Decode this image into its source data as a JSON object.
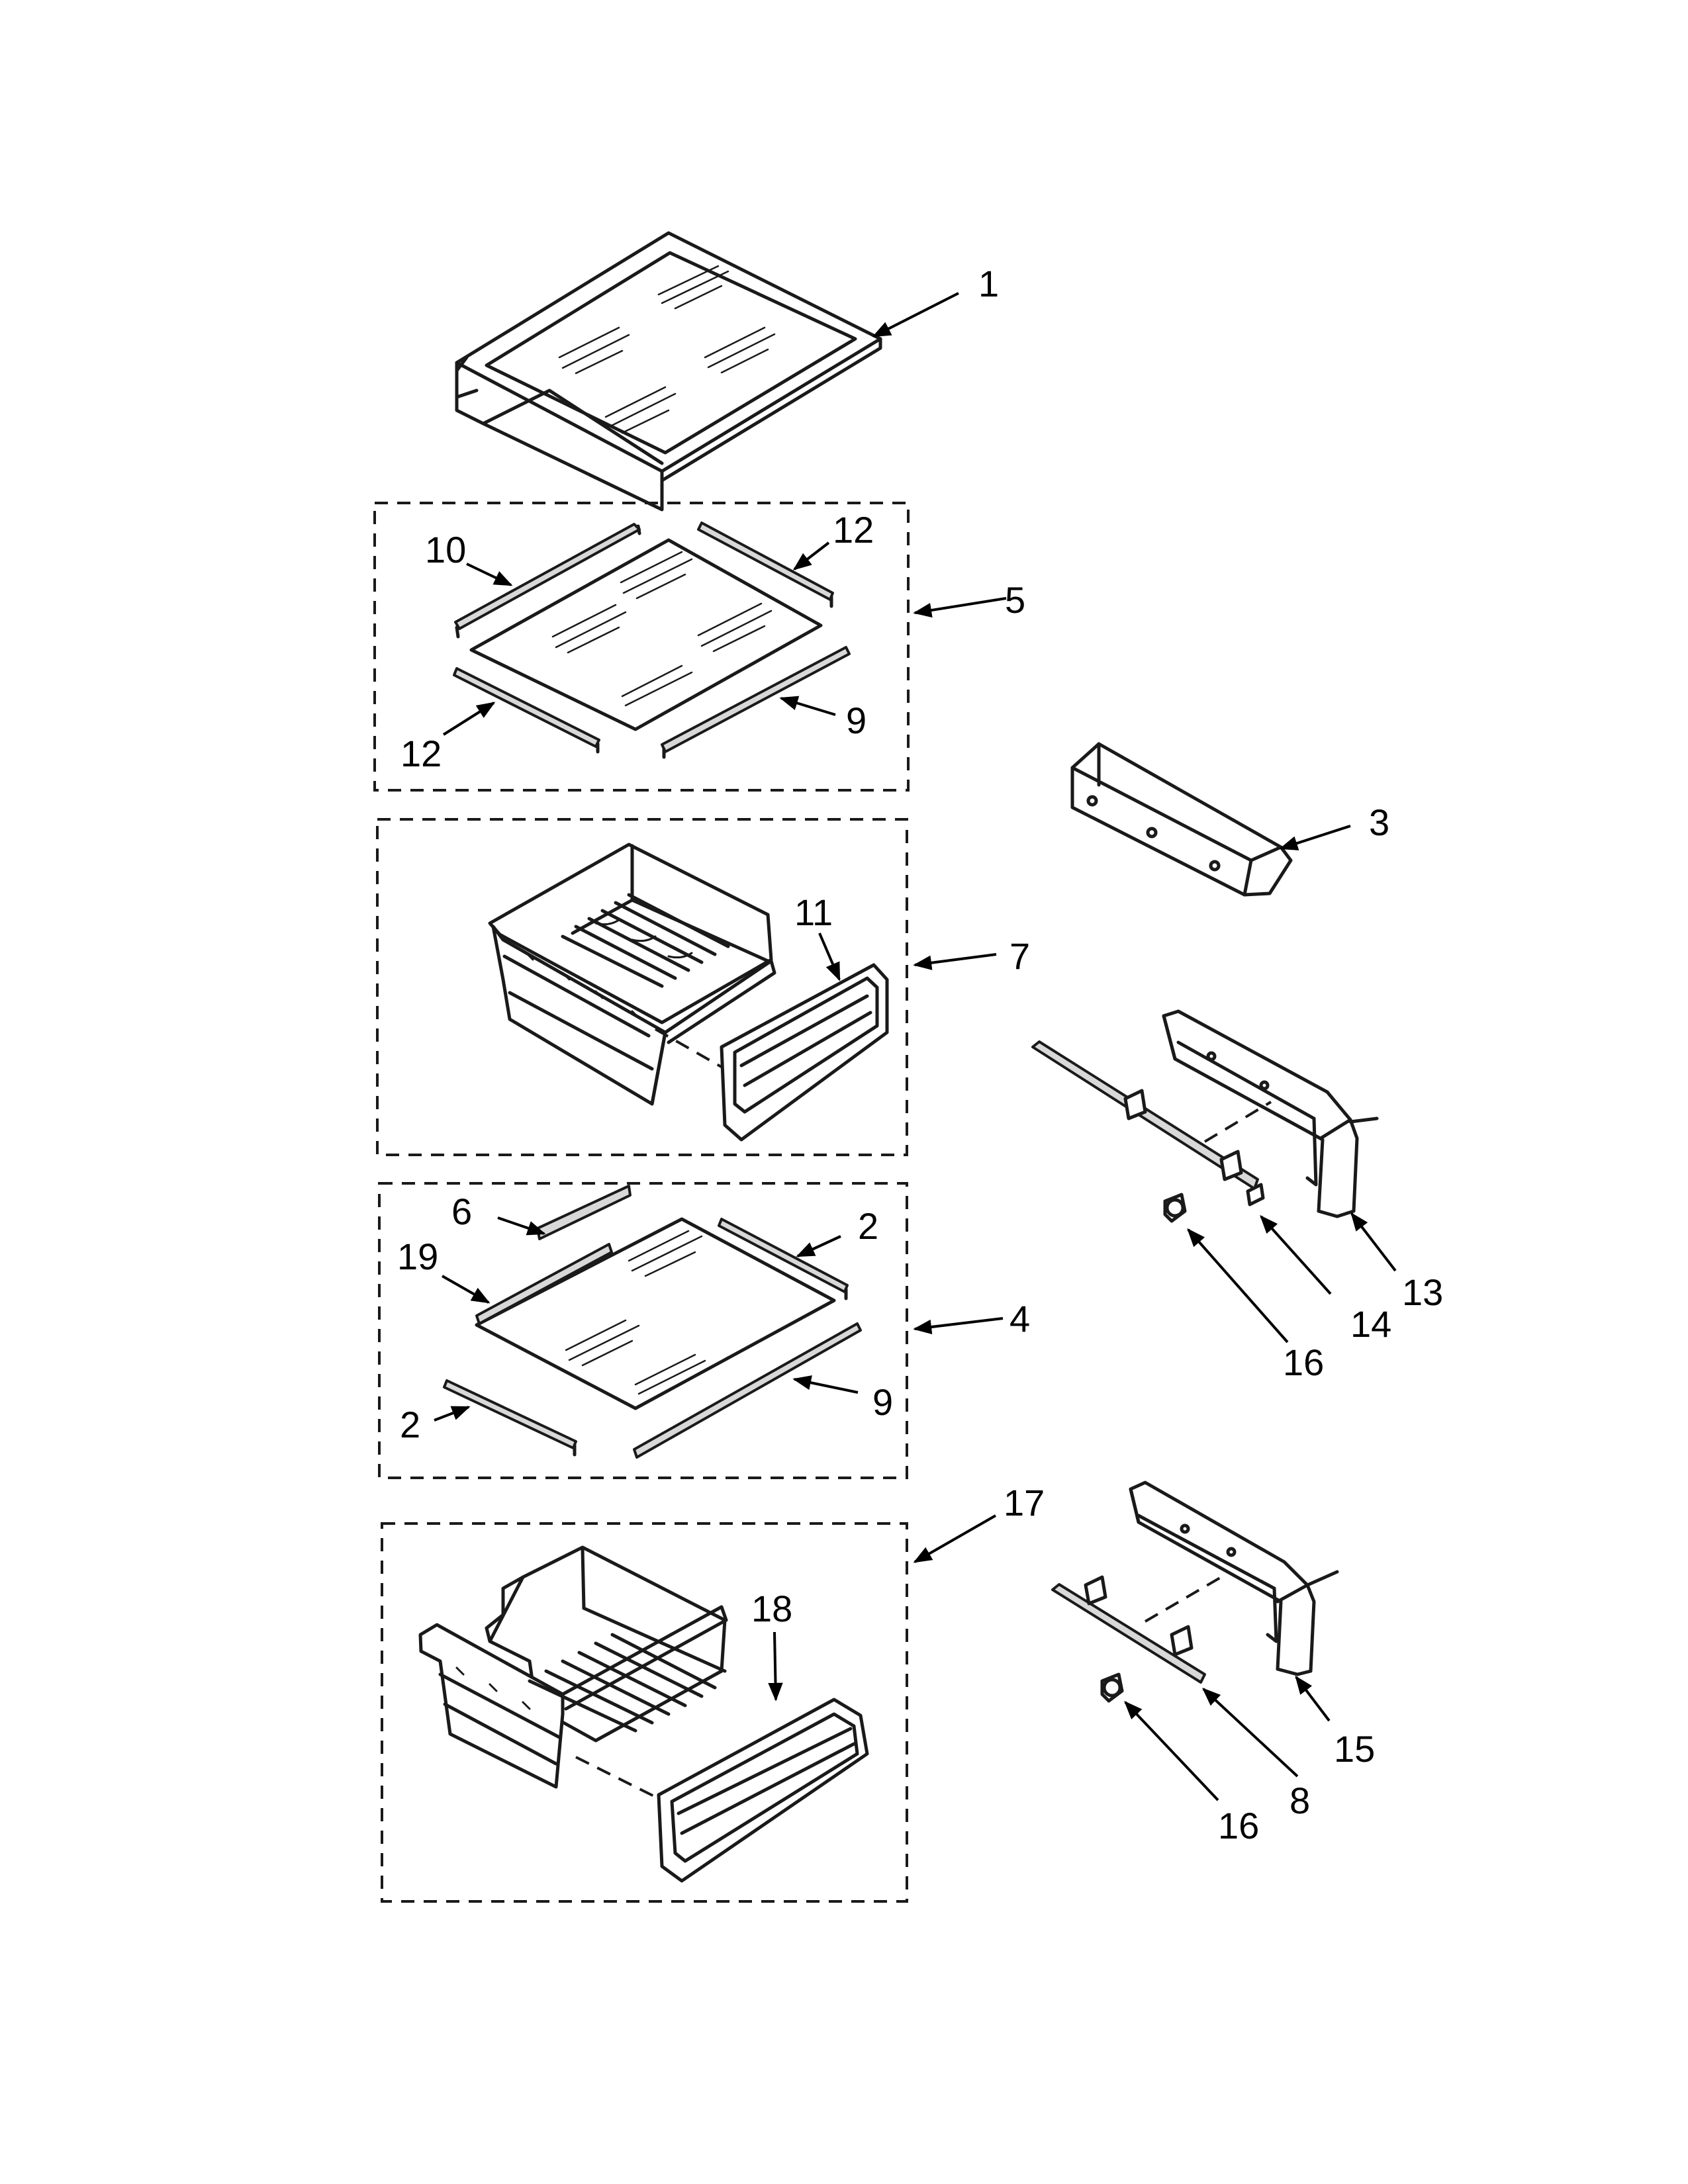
{
  "diagram": {
    "callouts": [
      {
        "id": "c1",
        "text": "1"
      },
      {
        "id": "c10",
        "text": "10"
      },
      {
        "id": "c12a",
        "text": "12"
      },
      {
        "id": "c5",
        "text": "5"
      },
      {
        "id": "c12b",
        "text": "12"
      },
      {
        "id": "c9a",
        "text": "9"
      },
      {
        "id": "c3",
        "text": "3"
      },
      {
        "id": "c11",
        "text": "11"
      },
      {
        "id": "c7",
        "text": "7"
      },
      {
        "id": "c6",
        "text": "6"
      },
      {
        "id": "c2a",
        "text": "2"
      },
      {
        "id": "c19",
        "text": "19"
      },
      {
        "id": "c4",
        "text": "4"
      },
      {
        "id": "c2b",
        "text": "2"
      },
      {
        "id": "c9b",
        "text": "9"
      },
      {
        "id": "c13",
        "text": "13"
      },
      {
        "id": "c14",
        "text": "14"
      },
      {
        "id": "c16a",
        "text": "16"
      },
      {
        "id": "c17",
        "text": "17"
      },
      {
        "id": "c18",
        "text": "18"
      },
      {
        "id": "c15",
        "text": "15"
      },
      {
        "id": "c8",
        "text": "8"
      },
      {
        "id": "c16b",
        "text": "16"
      }
    ]
  }
}
